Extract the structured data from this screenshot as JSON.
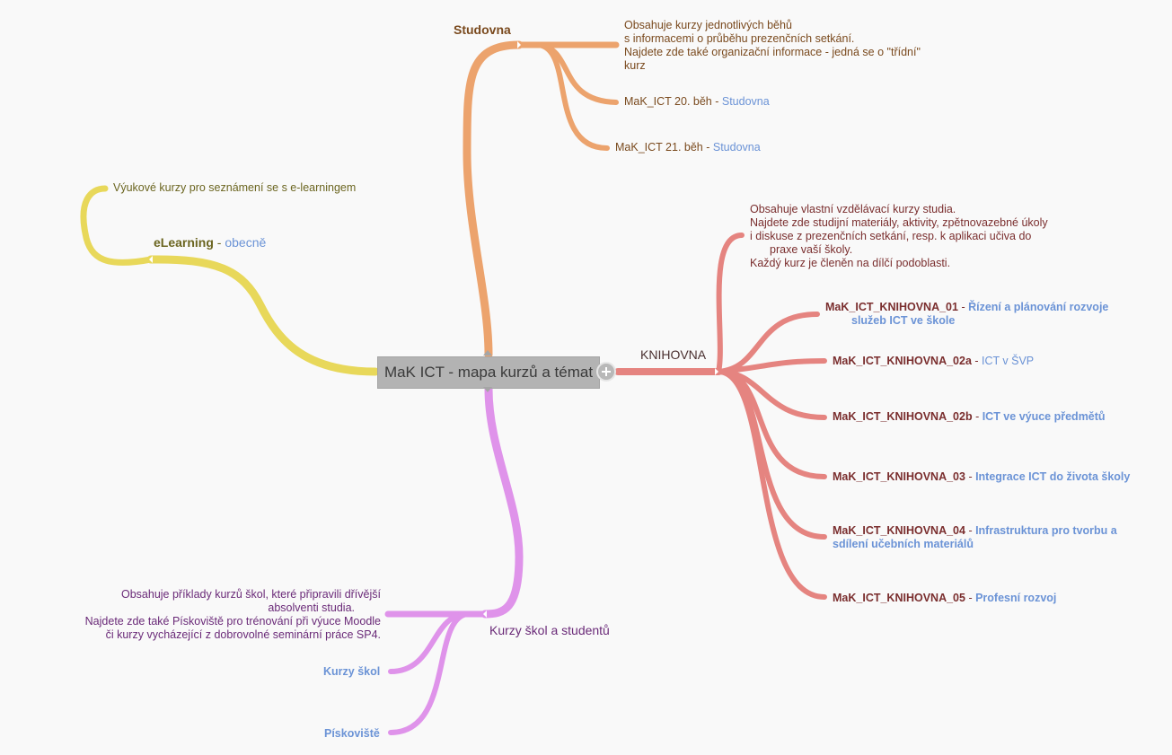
{
  "root": {
    "title": "MaK ICT - mapa kurzů a témat"
  },
  "colors": {
    "studovna": "#eca36d",
    "knihovna": "#e58480",
    "kurzy": "#df93ea",
    "elearning": "#e8d85a",
    "link": "#6b93d6"
  },
  "studovna": {
    "label": "Studovna",
    "note": [
      "Obsahuje kurzy jednotlivých běhů",
      "s informacemi o průběhu prezenčních setkání.",
      "Najdete zde také organizační informace - jedná se o \"třídní\"",
      "kurz"
    ],
    "items": [
      {
        "text": "MaK_ICT 20. běh",
        "sep": " - ",
        "link": "Studovna"
      },
      {
        "text": "MaK_ICT 21. běh",
        "sep": " - ",
        "link": "Studovna"
      }
    ]
  },
  "knihovna": {
    "label": "KNIHOVNA",
    "note": [
      "Obsahuje vlastní vzdělávací kurzy studia.",
      "Najdete zde studijní materiály, aktivity, zpětnovazebné úkoly",
      "i diskuse z prezenčních setkání, resp. k aplikaci učiva do",
      "praxe vaší školy.",
      "Každý kurz je členěn na dílčí podoblasti."
    ],
    "items": [
      {
        "code": "MaK_ICT_KNIHOVNA_01",
        "sep": " - ",
        "link1": "Řízení a plánování rozvoje",
        "link2": "služeb ICT ve škole"
      },
      {
        "code": "MaK_ICT_KNIHOVNA_02a",
        "sep": " - ",
        "link1": "ICT v ŠVP"
      },
      {
        "code": "MaK_ICT_KNIHOVNA_02b",
        "sep": " - ",
        "link1": "ICT ve výuce předmětů"
      },
      {
        "code": "MaK_ICT_KNIHOVNA_03",
        "sep": " - ",
        "link1": "Integrace ICT do života školy"
      },
      {
        "code": "MaK_ICT_KNIHOVNA_04",
        "sep": " - ",
        "link1": "Infrastruktura pro tvorbu a",
        "link2": "sdílení učebních materiálů"
      },
      {
        "code": "MaK_ICT_KNIHOVNA_05",
        "sep": " - ",
        "link1": "Profesní rozvoj"
      }
    ]
  },
  "kurzy": {
    "label": "Kurzy škol a studentů",
    "note": [
      "Obsahuje příklady kurzů škol, které připravili dřívější",
      "absolventi studia.",
      "Najdete zde také Pískoviště pro trénování při výuce Moodle",
      "či kurzy vycházející z dobrovolné seminární práce SP4."
    ],
    "items": [
      {
        "link": "Kurzy škol"
      },
      {
        "link": "Pískoviště"
      }
    ]
  },
  "elearning": {
    "label": "eLearning",
    "sep": " - ",
    "link": "obecně",
    "note": "Výukové kurzy pro seznámení se s e-learningem"
  }
}
